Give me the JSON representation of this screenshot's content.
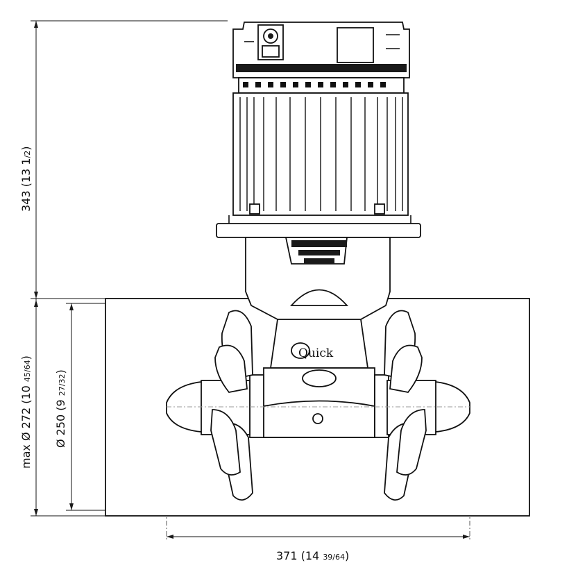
{
  "dimensions": {
    "height_total": {
      "main": "343 (13 1",
      "frac": "/2",
      "close": ")"
    },
    "tunnel_max": {
      "main": "max Ø 272 (10 ",
      "frac": "45/64",
      "close": ")"
    },
    "tunnel_inner": {
      "main": "Ø 250 (9 ",
      "frac": "27/32",
      "close": ")"
    },
    "width_total": {
      "main": "371 (14 ",
      "frac": "39/64",
      "close": ")"
    }
  },
  "branding": {
    "logo_text": "Quick"
  }
}
